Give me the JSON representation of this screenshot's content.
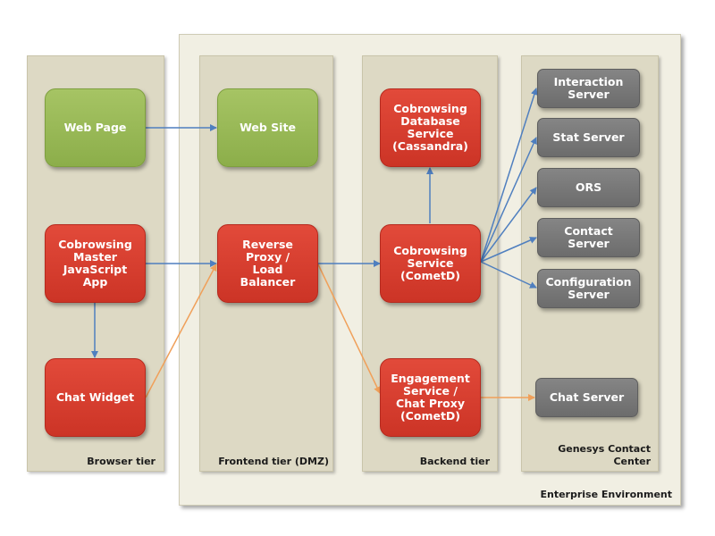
{
  "containers": {
    "enterprise": "Enterprise Environment",
    "browser_tier": "Browser tier",
    "frontend_tier": "Frontend tier (DMZ)",
    "backend_tier": "Backend tier",
    "genesys_tier": "Genesys Contact\nCenter"
  },
  "nodes": {
    "web_page": "Web Page",
    "cobrowsing_master": "Cobrowsing\nMaster\nJavaScript\nApp",
    "chat_widget": "Chat Widget",
    "web_site": "Web Site",
    "reverse_proxy": "Reverse\nProxy /\nLoad\nBalancer",
    "cobrowsing_db": "Cobrowsing\nDatabase\nService\n(Cassandra)",
    "cobrowsing_service": "Cobrowsing\nService\n(CometD)",
    "engagement_service": "Engagement\nService /\nChat Proxy\n(CometD)",
    "interaction_server": "Interaction\nServer",
    "stat_server": "Stat Server",
    "ors": "ORS",
    "contact_server": "Contact\nServer",
    "configuration_server": "Configuration\nServer",
    "chat_server": "Chat Server"
  },
  "colors": {
    "green_node": "#93b553",
    "red_node": "#d83b2d",
    "gray_node": "#777777",
    "blue_arrow": "#4f7fbf",
    "orange_arrow": "#f0a05a"
  }
}
